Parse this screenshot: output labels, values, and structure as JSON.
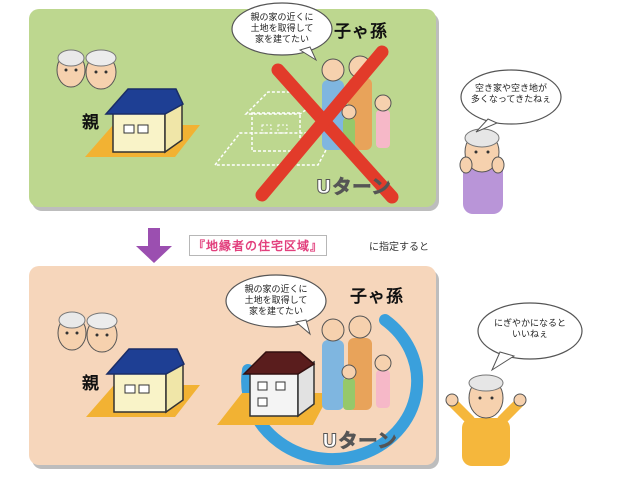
{
  "top": {
    "parent_label": "親",
    "children_label": "子ゃ孫",
    "bubble_text": "親の家の近くに\n土地を取得して\n家を建てたい",
    "uturn_label": "Uターン"
  },
  "middle": {
    "banner_text": "『地縁者の住宅区域』",
    "banner_suffix": "に指定すると"
  },
  "bottom": {
    "parent_label": "親",
    "children_label": "子ゃ孫",
    "bubble_text": "親の家の近くに\n土地を取得して\n家を建てたい",
    "uturn_label": "Uターン"
  },
  "side": {
    "worried_comment": "空き家や空き地が\n多くなってきたねぇ",
    "happy_comment": "にぎやかになると\nいいねぇ"
  },
  "colors": {
    "top_panel": "#bdd78f",
    "bottom_panel": "#f6d6bb",
    "arrow": "#9b4fb0",
    "cross": "#e23b2a",
    "uturn_ring": "#3aa0dc",
    "banner_text": "#e2407d"
  }
}
